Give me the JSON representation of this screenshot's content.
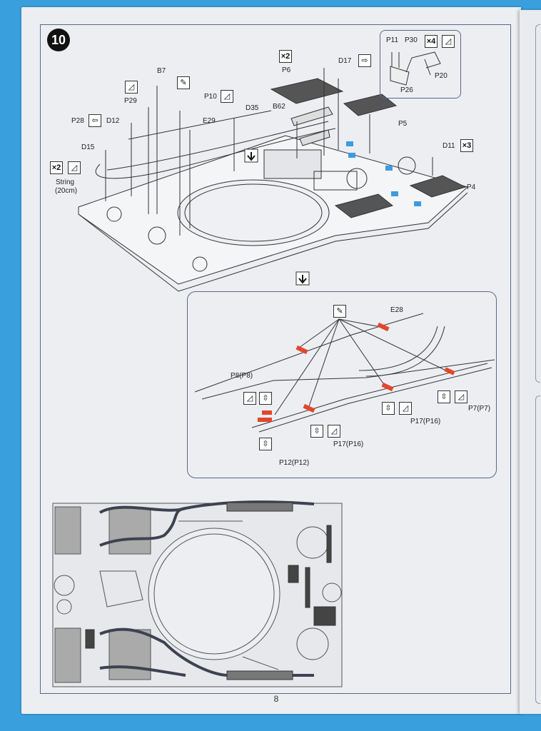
{
  "step": {
    "number": "10"
  },
  "page_number": "8",
  "top_labels": {
    "b7": "B7",
    "p29": "P29",
    "p10": "P10",
    "p28": "P28",
    "d12": "D12",
    "e29": "E29",
    "d35": "D35",
    "b62": "B62",
    "d15": "D15",
    "string": "String",
    "string_len": "(20cm)",
    "x2_string": "×2",
    "x2_p6": "×2",
    "p6": "P6",
    "d17": "D17",
    "p5": "P5",
    "d11": "D11",
    "x3": "×3",
    "p4": "P4"
  },
  "inset_labels": {
    "p11": "P11",
    "p30": "P30",
    "x4": "×4",
    "p20": "P20",
    "p26": "P26"
  },
  "detail_labels": {
    "e28": "E28",
    "p8": "P8(P8)",
    "p7": "P7(P7)",
    "p17a": "P17(P16)",
    "p17b": "P17(P16)",
    "p12": "P12(P12)"
  },
  "colors": {
    "accent_red": "#e2472d",
    "accent_blue": "#3d9be0",
    "line": "#333333"
  }
}
